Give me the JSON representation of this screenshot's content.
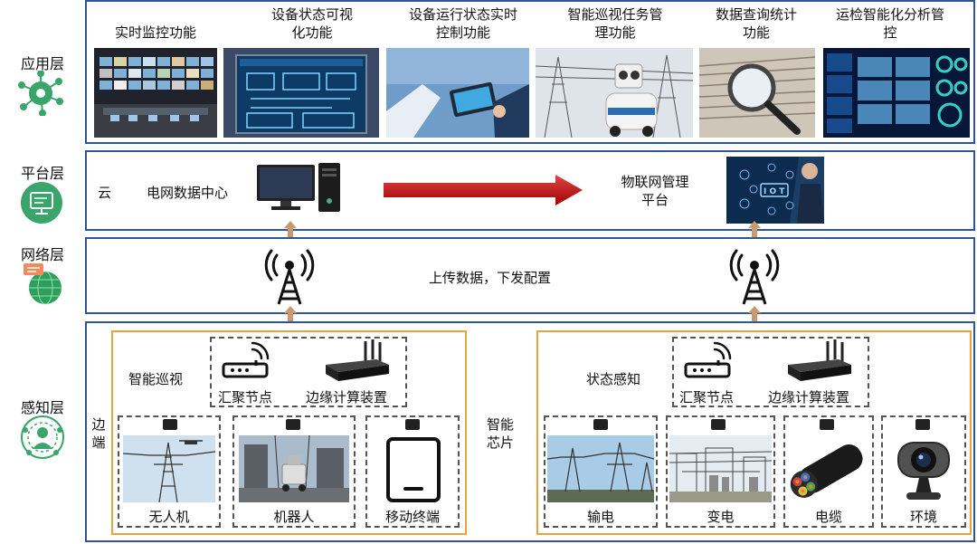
{
  "layers": {
    "application": {
      "label": "应用层",
      "icon": "gear-network-icon"
    },
    "platform": {
      "label": "平台层",
      "icon": "monitor-icon"
    },
    "network": {
      "label": "网络层",
      "icon": "globe-chat-icon"
    },
    "perception": {
      "label": "感知层",
      "icon": "user-network-icon"
    }
  },
  "application_functions": [
    {
      "title": "实时监控功能"
    },
    {
      "title": "设备状态可视化功能"
    },
    {
      "title": "设备运行状态实时控制功能"
    },
    {
      "title": "智能巡视任务管理功能"
    },
    {
      "title": "数据查询统计功能"
    },
    {
      "title": "运检智能化分析管控"
    }
  ],
  "platform": {
    "cloud": "云",
    "data_center": "电网数据中心",
    "iot_platform_line1": "物联网管理",
    "iot_platform_line2": "平台"
  },
  "network": {
    "text": "上传数据，下发配置"
  },
  "perception": {
    "edge_label": "边端",
    "chip_label": "智能芯片",
    "left": {
      "group": "智能巡视",
      "aggregation_node": "汇聚节点",
      "edge_device": "边缘计算装置",
      "devices": [
        "无人机",
        "机器人",
        "移动终端"
      ]
    },
    "right": {
      "group": "状态感知",
      "aggregation_node": "汇聚节点",
      "edge_device": "边缘计算装置",
      "devices": [
        "输电",
        "变电",
        "电缆",
        "环境"
      ]
    }
  },
  "colors": {
    "layer_border": "#2f5597",
    "group_border": "#e8a33d",
    "arrow_red": "#c00000",
    "arrow_tan": "#c99a6b",
    "icon_green": "#3aa56a"
  }
}
